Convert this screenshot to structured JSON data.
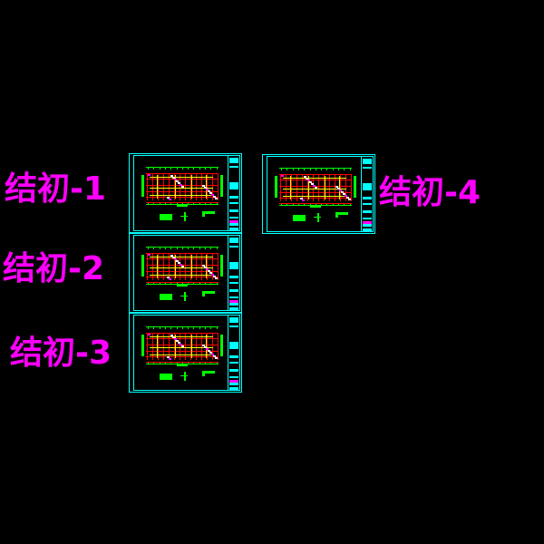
{
  "canvas": {
    "background": "#000000"
  },
  "colors": {
    "label": "#ff00ff",
    "border": "#00ffff",
    "wall": "#ff0000",
    "beam": "#ffff00",
    "dim": "#00ff00",
    "text": "#ffffff"
  },
  "labels": [
    "结初-1",
    "结初-2",
    "结初-3",
    "结初-4"
  ],
  "sheets": [
    {
      "id": "结初-1"
    },
    {
      "id": "结初-2"
    },
    {
      "id": "结初-3"
    },
    {
      "id": "结初-4"
    }
  ]
}
